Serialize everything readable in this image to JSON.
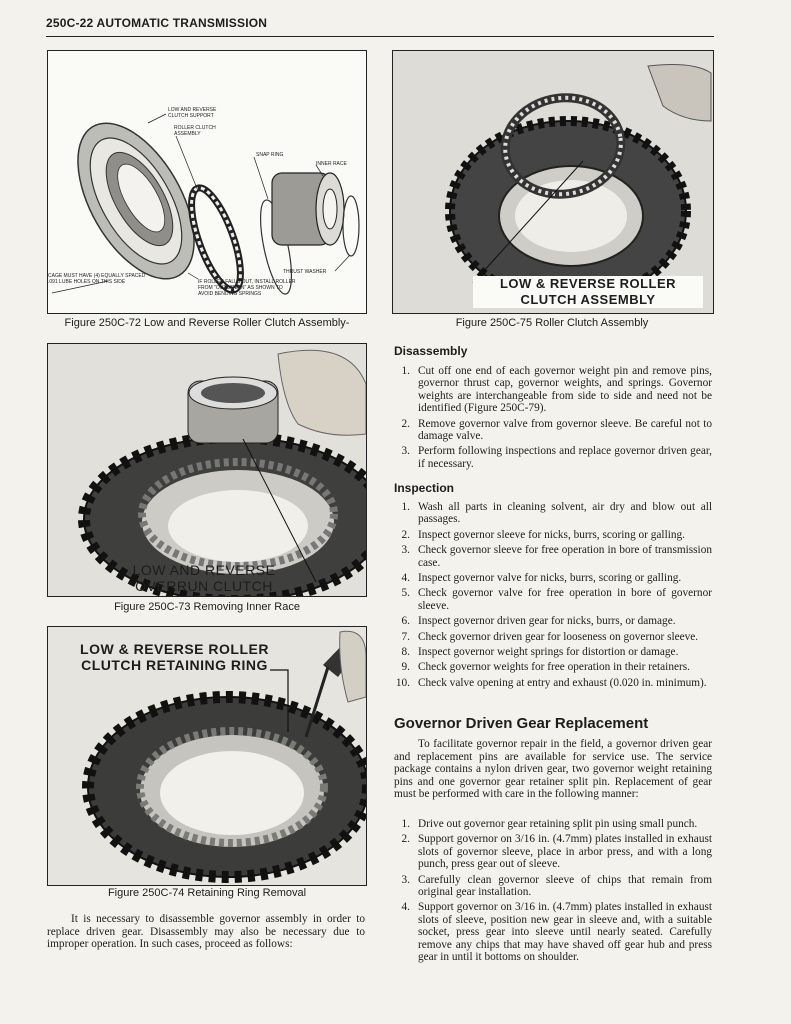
{
  "header": {
    "page_title": "250C-22 AUTOMATIC TRANSMISSION"
  },
  "figure72": {
    "caption": "Figure 250C-72 Low and Reverse Roller Clutch Assembly-",
    "labels": {
      "support": "LOW AND REVERSE\nCLUTCH SUPPORT",
      "roller": "ROLLER CLUTCH\nASSEMBLY",
      "snap": "SNAP RING",
      "inner": "INNER RACE",
      "thrust": "THRUST WASHER",
      "cage": "CAGE MUST HAVE (4) EQUALLY SPACED\n.091 LUBE HOLES ON THIS SIDE",
      "rollers": "IF ROLLER FALLS OUT, INSTALL ROLLER\nFROM \"OUTSIDE IN\" AS SHOWN TO\nAVOID BENDING SPRINGS"
    }
  },
  "figure75": {
    "caption": "Figure 250C-75 Roller Clutch Assembly",
    "callout_line1": "LOW & REVERSE ROLLER",
    "callout_line2": "CLUTCH ASSEMBLY"
  },
  "figure73": {
    "caption": "Figure 250C-73 Removing Inner Race",
    "callout_line1": "LOW AND REVERSE",
    "callout_line2": "OVERRUN CLUTCH RACE"
  },
  "figure74": {
    "caption": "Figure 250C-74 Retaining Ring Removal",
    "callout_line1": "LOW & REVERSE ROLLER",
    "callout_line2": "CLUTCH RETAINING RING"
  },
  "intro_text": "It is necessary to disassemble governor assembly in order to replace driven gear. Disassembly may also be necessary due to improper operation. In such cases, proceed as follows:",
  "disassembly": {
    "heading": "Disassembly",
    "steps": [
      {
        "n": "1.",
        "text": "Cut off one end of each governor weight pin and remove pins, governor thrust cap, governor weights, and springs. Governor weights are interchangeable from side to side and need not be identified (Figure 250C-79)."
      },
      {
        "n": "2.",
        "text": "Remove governor valve from governor sleeve. Be careful not to damage valve."
      },
      {
        "n": "3.",
        "text": "Perform following inspections and replace governor driven gear, if necessary."
      }
    ]
  },
  "inspection": {
    "heading": "Inspection",
    "steps": [
      {
        "n": "1.",
        "text": "Wash all parts in cleaning solvent, air dry and blow out all passages."
      },
      {
        "n": "2.",
        "text": "Inspect governor sleeve for nicks, burrs, scoring or galling."
      },
      {
        "n": "3.",
        "text": "Check governor sleeve for free operation in bore of transmission case."
      },
      {
        "n": "4.",
        "text": "Inspect governor valve for nicks, burrs, scoring or galling."
      },
      {
        "n": "5.",
        "text": "Check governor valve for free operation in bore of governor sleeve."
      },
      {
        "n": "6.",
        "text": "Inspect governor driven gear for nicks, burrs, or damage."
      },
      {
        "n": "7.",
        "text": "Check governor driven gear for looseness on governor sleeve."
      },
      {
        "n": "8.",
        "text": "Inspect governor weight springs for distortion or damage."
      },
      {
        "n": "9.",
        "text": "Check governor weights for free operation in their retainers."
      },
      {
        "n": "10.",
        "text": "Check valve opening at entry and exhaust (0.020 in. minimum)."
      }
    ]
  },
  "replacement": {
    "heading": "Governor Driven Gear Replacement",
    "intro": "To facilitate governor repair in the field, a governor driven gear and replacement pins are available for service use. The service package contains a nylon driven gear, two governor weight retaining pins and one governor gear retainer split pin. Replacement of gear must be performed with care in the following manner:",
    "steps": [
      {
        "n": "1.",
        "text": "Drive out governor gear retaining split pin using small punch."
      },
      {
        "n": "2.",
        "text": "Support governor on 3/16 in. (4.7mm) plates installed in exhaust slots of governor sleeve, place in arbor press, and with a long punch, press gear out of sleeve."
      },
      {
        "n": "3.",
        "text": "Carefully clean governor sleeve of chips that remain from original gear installation."
      },
      {
        "n": "4.",
        "text": "Support governor on 3/16 in. (4.7mm) plates installed in exhaust slots of sleeve, position new gear in sleeve and, with a suitable socket, press gear into sleeve until nearly seated. Carefully remove any chips that may have shaved off gear hub and press gear in until it bottoms on shoulder."
      }
    ]
  }
}
